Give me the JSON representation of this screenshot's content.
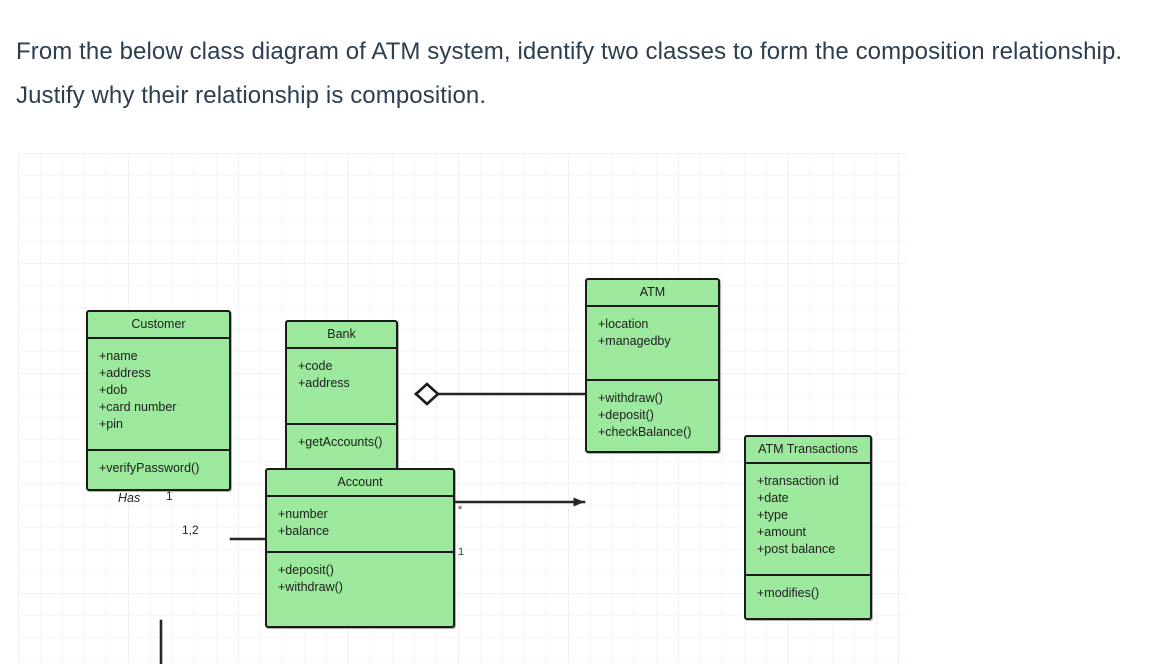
{
  "question": {
    "line1": "From the below class diagram of ATM system,  identify two classes to form the",
    "line2": "composition relationship. Justify why their relationship is composition."
  },
  "diagram": {
    "type": "uml-class-diagram",
    "title": "ATM system class diagram",
    "colors": {
      "class_fill": "#9ce89c",
      "class_border": "#1a1a1a",
      "edge": "#262626",
      "grid": "#f1f1f1",
      "text": "#1d1d1d",
      "question_text": "#2c3e50"
    },
    "classes": [
      {
        "id": "bank",
        "name": "Bank",
        "attributes": [
          "+code",
          "+address"
        ],
        "operations": [
          "+getAccounts()"
        ]
      },
      {
        "id": "customer",
        "name": "Customer",
        "attributes": [
          "+name",
          "+address",
          "+dob",
          "+card number",
          "+pin"
        ],
        "operations": [
          "+verifyPassword()"
        ]
      },
      {
        "id": "atm",
        "name": "ATM",
        "attributes": [
          "+location",
          "+managedby"
        ],
        "operations": [
          "+withdraw()",
          "+deposit()",
          "+checkBalance()"
        ]
      },
      {
        "id": "account",
        "name": "Account",
        "attributes": [
          "+number",
          "+balance"
        ],
        "operations": [
          "+deposit()",
          "+withdraw()"
        ]
      },
      {
        "id": "atm_transactions",
        "name": "ATM Transactions",
        "attributes": [
          "+transaction id",
          "+date",
          "+type",
          "+amount",
          "+post balance"
        ],
        "operations": [
          "+modifies()"
        ]
      }
    ],
    "relationships": [
      {
        "id": "bank-atm",
        "from": "bank",
        "to": "atm",
        "kind": "aggregation",
        "marker": "hollow-diamond",
        "label": ""
      },
      {
        "id": "bank-account",
        "from": "bank",
        "to": "account",
        "kind": "aggregation",
        "marker": "hollow-diamond",
        "label": ""
      },
      {
        "id": "customer-atm",
        "from": "customer",
        "to": "atm",
        "kind": "association",
        "marker": "filled-arrow",
        "label": ""
      },
      {
        "id": "customer-account",
        "from": "customer",
        "to": "account",
        "kind": "association",
        "marker": "none",
        "label": "Has",
        "source_multiplicity": "1",
        "target_multiplicity": "1,2"
      },
      {
        "id": "account-transactions",
        "from": "account",
        "to": "atm_transactions",
        "kind": "association",
        "marker": "none",
        "label": "",
        "source_multiplicity": "*",
        "target_multiplicity": "1"
      }
    ],
    "edge_labels": {
      "has": "Has",
      "one": "1",
      "one_two": "1,2",
      "star": "*",
      "one_b": "1"
    }
  }
}
